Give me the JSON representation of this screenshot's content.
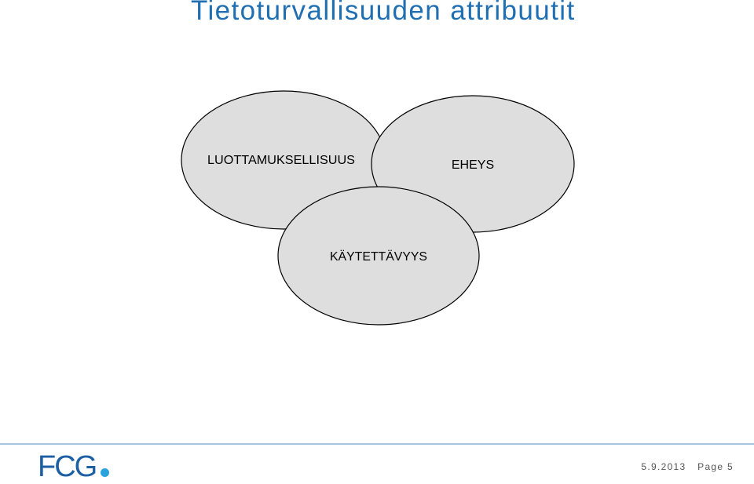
{
  "slide": {
    "title": "Tietoturvallisuuden attribuutit"
  },
  "diagram": {
    "fill_color": "#dedede",
    "stroke_color": "#000000",
    "ellipses": [
      {
        "label": "LUOTTAMUKSELLISUUS"
      },
      {
        "label": "EHEYS"
      },
      {
        "label": "KÄYTETTÄVYYS"
      }
    ]
  },
  "footer": {
    "logo_text": "FCG",
    "logo_color": "#1d5fa3",
    "logo_dot_color": "#2aa3dc",
    "date": "5.9.2013",
    "page": "Page 5"
  },
  "colors": {
    "title": "#1f6fb2",
    "rule": "#a9c4dc"
  }
}
